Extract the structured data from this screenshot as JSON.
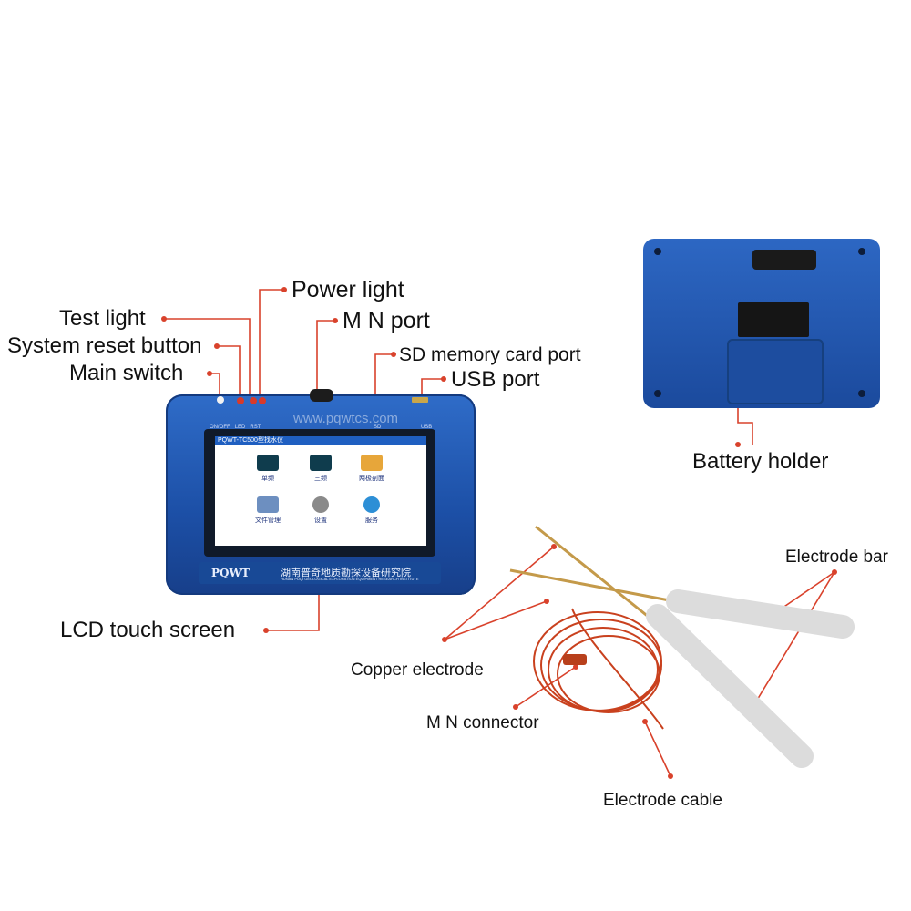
{
  "callouts": {
    "power_light": "Power light",
    "test_light": "Test light",
    "mn_port": "M N port",
    "system_reset_button": "System reset button",
    "sd_memory_card_port": "SD memory card port",
    "usb_port": "USB port",
    "main_switch": "Main switch",
    "lcd_touch_screen": "LCD touch screen",
    "battery_holder": "Battery holder",
    "electrode_bar": "Electrode bar",
    "copper_electrode": "Copper electrode",
    "mn_connector": "M N connector",
    "electrode_cable": "Electrode cable"
  },
  "device": {
    "watermark": "www.pqwtcs.com",
    "port_labels": [
      "ON/OFF",
      "LED",
      "RST",
      "SD",
      "USB"
    ],
    "screen_title": "PQWT-TC500型找水仪",
    "apps": [
      "单频",
      "三频",
      "两极剖面",
      "文件管理",
      "设置",
      "服务"
    ],
    "brand": "PQWT",
    "brand_cn": "湖南普奇地质勘探设备研究院",
    "brand_en": "HUNAN PUQI GEOLOGICAL EXPLORATION EQUIPMENT RESEARCH INSTITUTE"
  },
  "colors": {
    "callout_line": "#d9422c",
    "device_blue": "#1f55b0"
  }
}
